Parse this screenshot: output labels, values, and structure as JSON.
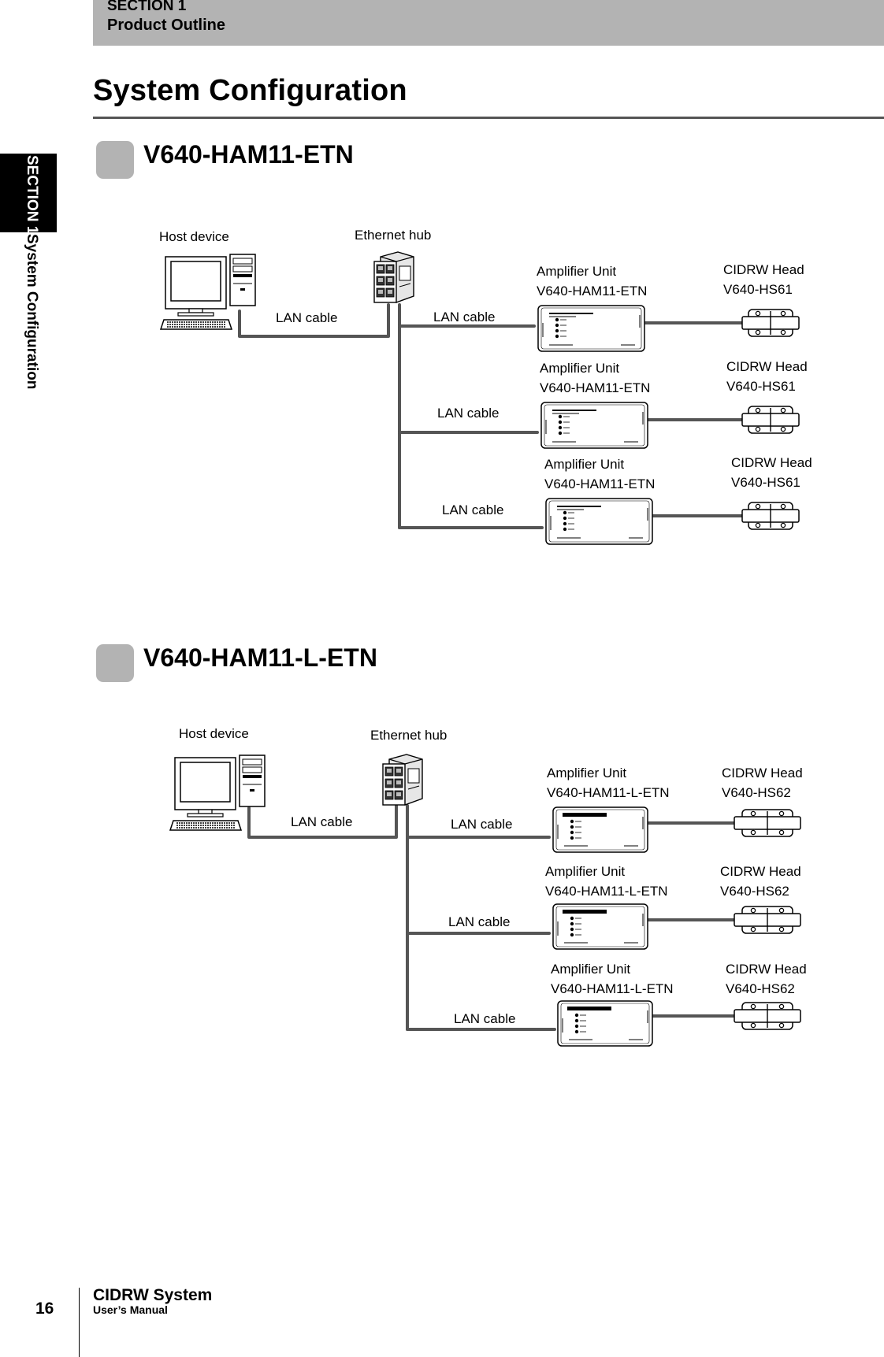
{
  "header": {
    "section_label": "SECTION 1",
    "section_title": "Product Outline"
  },
  "page_title": "System Configuration",
  "side_tab": {
    "section": "SECTION 1",
    "title": "System Configuration"
  },
  "configurations": [
    {
      "heading": "V640-HAM11-ETN",
      "host_label": "Host device",
      "hub_label": "Ethernet hub",
      "host_cable_label": "LAN cable",
      "units": [
        {
          "cable_label": "LAN cable",
          "amp_label": "Amplifier Unit",
          "amp_model": "V640-HAM11-ETN",
          "head_label": "CIDRW Head",
          "head_model": "V640-HS61"
        },
        {
          "cable_label": "LAN cable",
          "amp_label": "Amplifier Unit",
          "amp_model": "V640-HAM11-ETN",
          "head_label": "CIDRW Head",
          "head_model": "V640-HS61"
        },
        {
          "cable_label": "LAN cable",
          "amp_label": "Amplifier Unit",
          "amp_model": "V640-HAM11-ETN",
          "head_label": "CIDRW Head",
          "head_model": "V640-HS61"
        }
      ]
    },
    {
      "heading": "V640-HAM11-L-ETN",
      "host_label": "Host device",
      "hub_label": "Ethernet hub",
      "host_cable_label": "LAN cable",
      "units": [
        {
          "cable_label": "LAN cable",
          "amp_label": "Amplifier Unit",
          "amp_model": "V640-HAM11-L-ETN",
          "head_label": "CIDRW Head",
          "head_model": "V640-HS62"
        },
        {
          "cable_label": "LAN cable",
          "amp_label": "Amplifier Unit",
          "amp_model": "V640-HAM11-L-ETN",
          "head_label": "CIDRW Head",
          "head_model": "V640-HS62"
        },
        {
          "cable_label": "LAN cable",
          "amp_label": "Amplifier Unit",
          "amp_model": "V640-HAM11-L-ETN",
          "head_label": "CIDRW Head",
          "head_model": "V640-HS62"
        }
      ]
    }
  ],
  "footer": {
    "page_number": "16",
    "title": "CIDRW System",
    "subtitle": "User’s Manual"
  }
}
